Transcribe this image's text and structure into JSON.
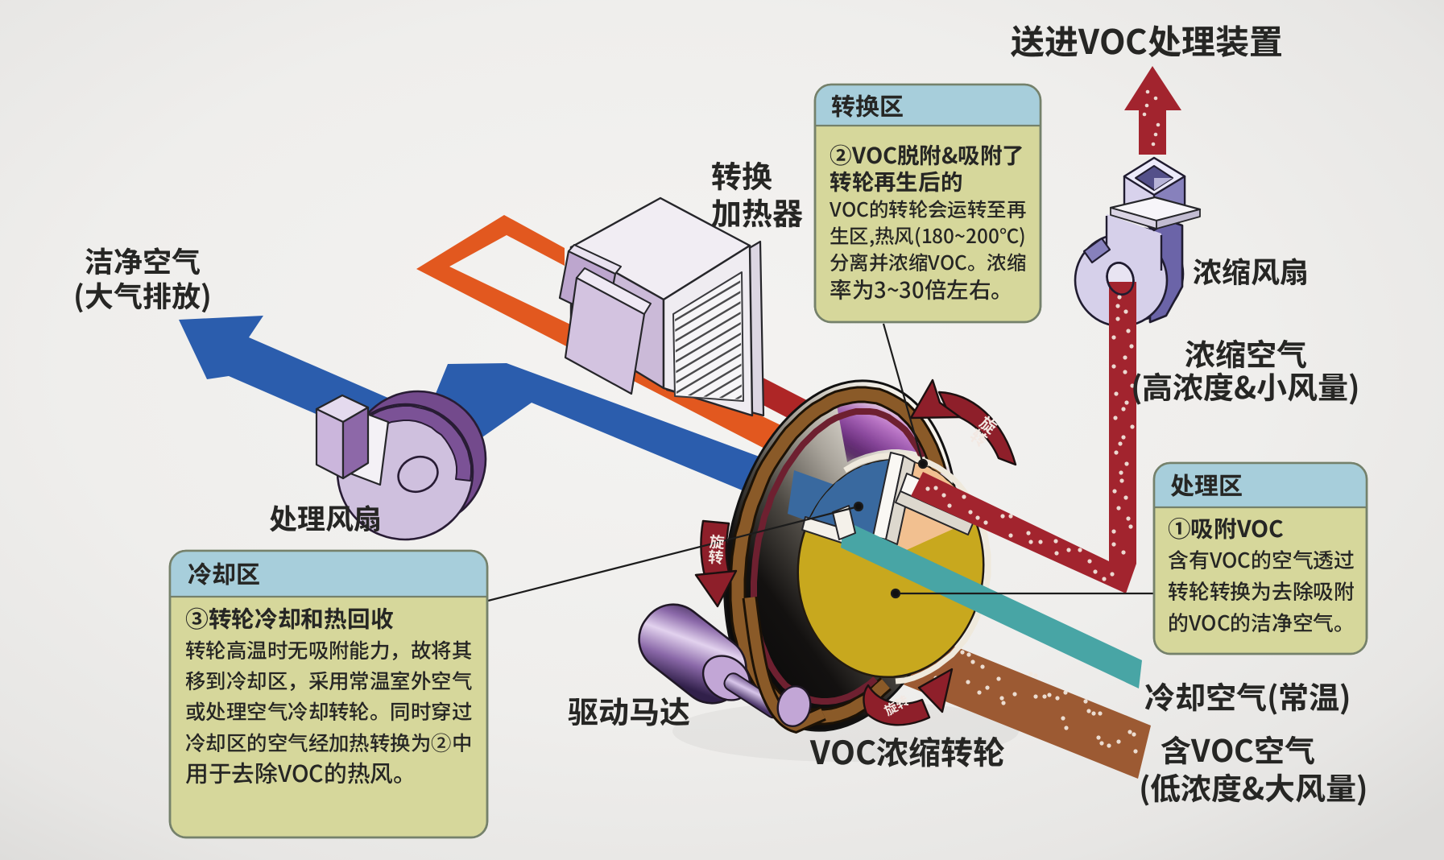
{
  "diagram": {
    "type": "isometric-process-diagram",
    "subject": "VOC浓缩转轮系统",
    "labels": {
      "to_treatment": "送进VOC处理装置",
      "heater_l1": "转换",
      "heater_l2": "加热器",
      "conc_fan": "浓缩风扇",
      "conc_air_l1": "浓缩空气",
      "conc_air_l2": "(高浓度&小风量)",
      "clean_air_l1": "洁净空气",
      "clean_air_l2": "(大气排放)",
      "process_fan": "处理风扇",
      "drive_motor": "驱动马达",
      "rotor": "VOC浓缩转轮",
      "cooling_air": "冷却空气(常温)",
      "voc_air_l1": "含VOC空气",
      "voc_air_l2": "(低浓度&大风量)",
      "rotation": "旋转"
    },
    "callouts": {
      "conversion_zone": {
        "title": "转换区",
        "lines": [
          "②VOC脱附&吸附了",
          "转轮再生后的",
          "VOC的转轮会运转至再",
          "生区,热风(180~200℃)",
          "分离并浓缩VOC。浓缩",
          "率为3~30倍左右。"
        ]
      },
      "cooling_zone": {
        "title": "冷却区",
        "lines": [
          "③转轮冷却和热回收",
          "转轮高温时无吸附能力，故将其",
          "移到冷却区，采用常温室外空气",
          "或处理空气冷却转轮。同时穿过",
          "冷却区的空气经加热转换为②中",
          "用于去除VOC的热风。"
        ]
      },
      "processing_zone": {
        "title": "处理区",
        "lines": [
          "①吸附VOC",
          "含有VOC的空气透过",
          "转轮转换为去除吸附",
          "的VOC的洁净空气。"
        ]
      }
    },
    "colors": {
      "clean_air": "#2b5dad",
      "hot_air_return": "#e2581f",
      "hot_air_supply": "#ae2626",
      "concentrated_voc": "#a2242e",
      "cooling_air": "#48a5a5",
      "voc_air": "#9c5a33",
      "callout_header": "#a7cedb",
      "callout_body": "#d6d79b",
      "background": "#efeeec"
    }
  }
}
